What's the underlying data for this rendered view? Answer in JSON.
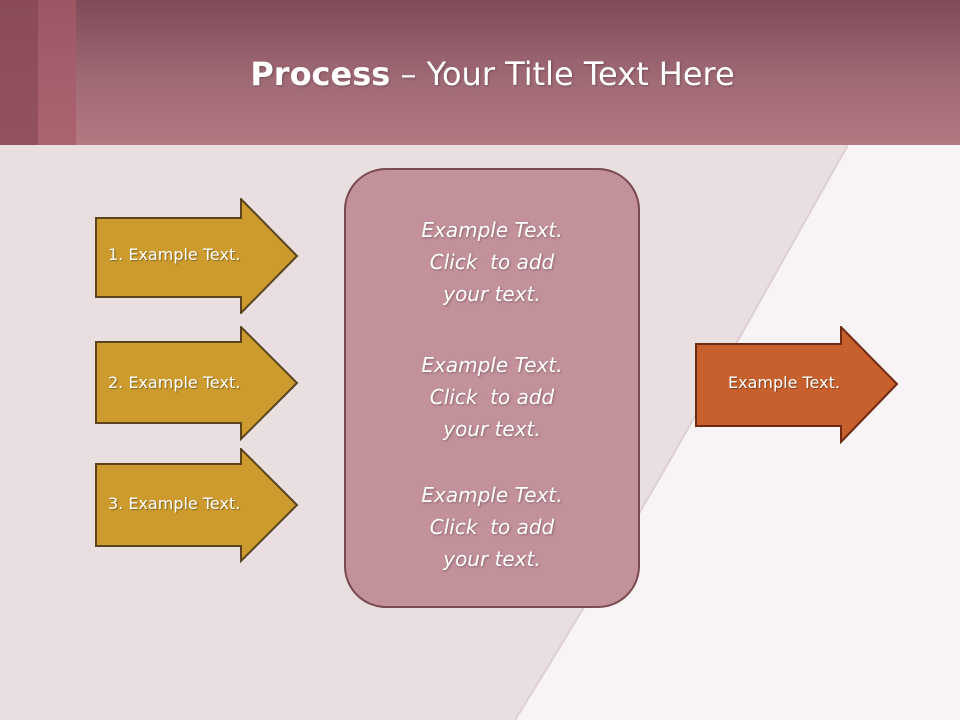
{
  "title": {
    "bold": "Process",
    "rest": " – Your Title Text Here"
  },
  "left_arrows": [
    {
      "label": "1. Example Text."
    },
    {
      "label": "2. Example Text."
    },
    {
      "label": "3. Example Text."
    }
  ],
  "center_box": {
    "paragraphs": [
      {
        "line1": "Example Text.",
        "line2": "Click  to add",
        "line3": "your text."
      },
      {
        "line1": "Example Text.",
        "line2": "Click  to add",
        "line3": "your text."
      },
      {
        "line1": "Example Text.",
        "line2": "Click  to add",
        "line3": "your text."
      }
    ]
  },
  "right_arrow": {
    "label": "Example Text."
  },
  "colors": {
    "title_band": "#a06a75",
    "left_arrow_fill": "#cc9a2d",
    "left_arrow_stroke": "#5b4320",
    "center_box_fill": "#c39199",
    "center_box_stroke": "#7a4a50",
    "right_arrow_fill": "#c8602d",
    "right_arrow_stroke": "#6e2a14"
  }
}
